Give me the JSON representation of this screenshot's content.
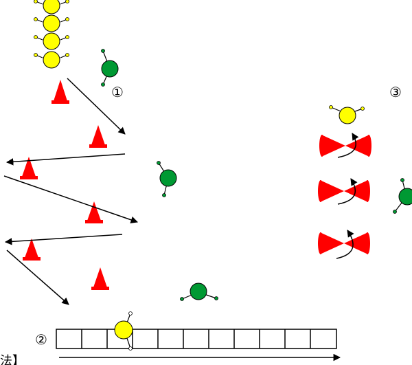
{
  "labels": {
    "one": "①",
    "two": "②",
    "three": "③",
    "bottom_text": "方法】"
  },
  "colors": {
    "attacker_player": "#ffff00",
    "defender_player": "#009933",
    "cone": "#ff0000",
    "ink": "#000000",
    "background": "#ffffff"
  },
  "icons": {
    "player": "player-circle-icon",
    "cone": "cone-icon",
    "flat_marker": "flat-marker-icon"
  }
}
